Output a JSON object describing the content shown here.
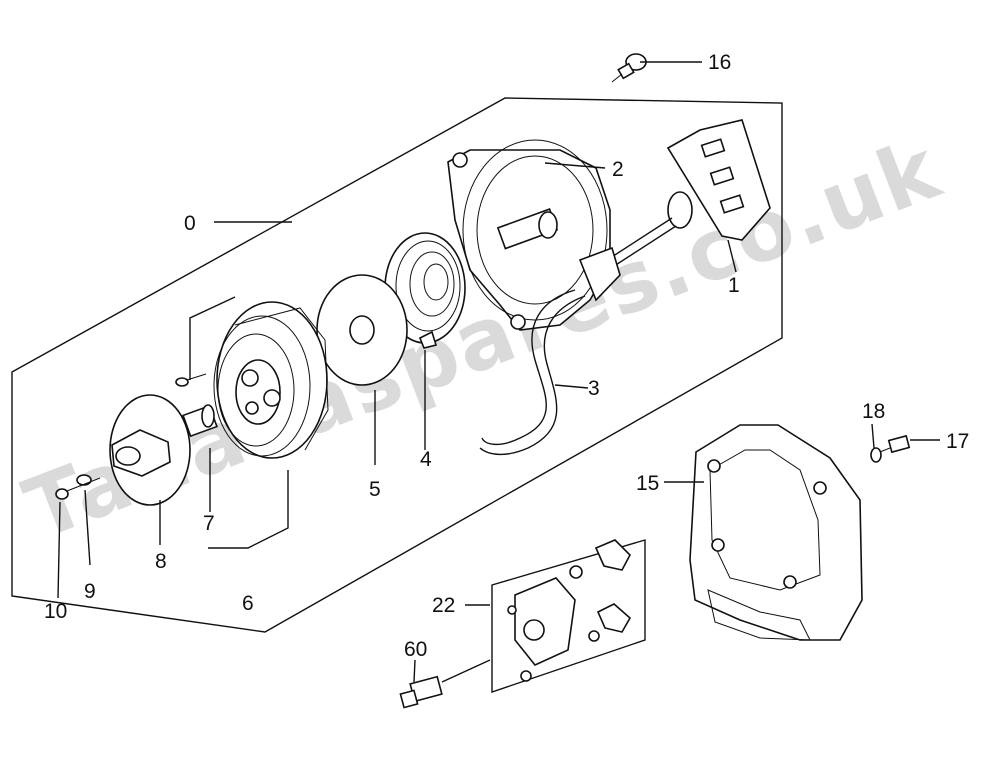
{
  "watermark": "Tanakaspares.co.uk",
  "labels": {
    "p0": "0",
    "p1": "1",
    "p2": "2",
    "p3": "3",
    "p4": "4",
    "p5": "5",
    "p6": "6",
    "p7": "7",
    "p8": "8",
    "p9": "9",
    "p10": "10",
    "p15": "15",
    "p16": "16",
    "p17": "17",
    "p18": "18",
    "p22": "22",
    "p60": "60"
  }
}
